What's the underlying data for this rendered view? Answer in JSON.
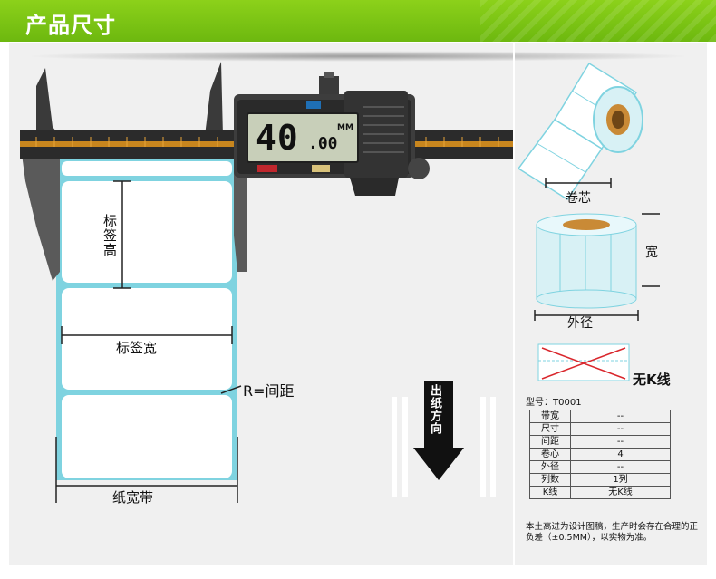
{
  "header": {
    "title": "产品尺寸"
  },
  "caliper": {
    "reading_main": "40",
    "reading_decimal": ".00",
    "unit": "MM"
  },
  "labels": {
    "label_height": "标签高",
    "label_width": "标签宽",
    "gap": "R=间距",
    "paper_width": "纸宽带",
    "feed_direction": "出纸方向",
    "core": "卷芯",
    "roll_width": "宽",
    "outer_diameter": "外径",
    "no_k_line": "无K线"
  },
  "spec": {
    "model_label": "型号：T0001",
    "rows": [
      {
        "key": "带宽",
        "value": "--"
      },
      {
        "key": "尺寸",
        "value": "--"
      },
      {
        "key": "间距",
        "value": "--"
      },
      {
        "key": "卷心",
        "value": "4"
      },
      {
        "key": "外径",
        "value": "--"
      },
      {
        "key": "列数",
        "value": "1列"
      },
      {
        "key": "K线",
        "value": "无K线"
      }
    ],
    "note": "本土高进为设计图稿，生产时会存在合理的正负差（±0.5MM），以实物为准。"
  },
  "colors": {
    "banner": "#7cc41a",
    "label_edge": "#7fd3e0",
    "panel": "#f0f0f0"
  }
}
